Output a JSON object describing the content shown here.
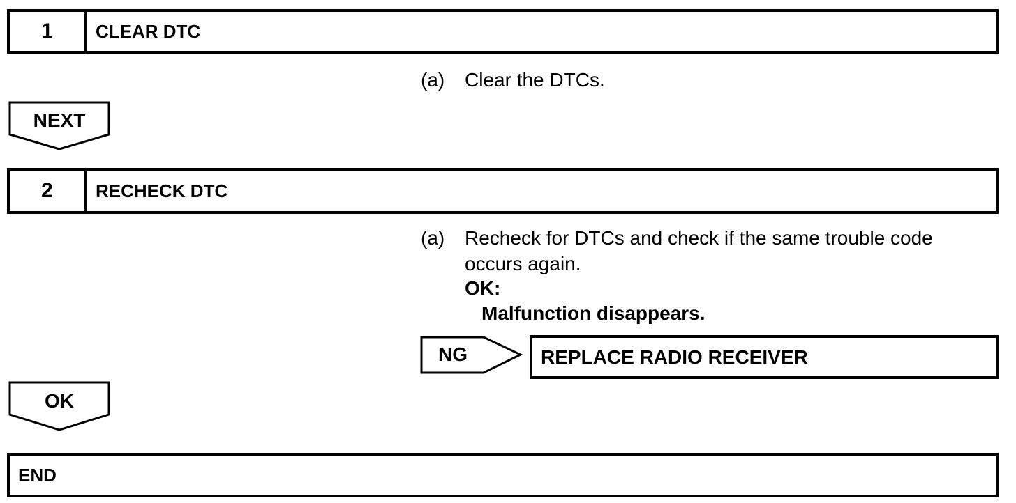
{
  "step1": {
    "number": "1",
    "title": "CLEAR DTC"
  },
  "step1_instruction": {
    "marker": "(a)",
    "text": "Clear the DTCs."
  },
  "next_label": "NEXT",
  "step2": {
    "number": "2",
    "title": "RECHECK DTC"
  },
  "step2_instruction": {
    "marker": "(a)",
    "line1": "Recheck for DTCs and check if the same trouble code",
    "line2": "occurs again.",
    "ok_heading": "OK:",
    "ok_result": "Malfunction disappears."
  },
  "ng_label": "NG",
  "ng_action": "REPLACE RADIO RECEIVER",
  "ok_label": "OK",
  "end_label": "END"
}
